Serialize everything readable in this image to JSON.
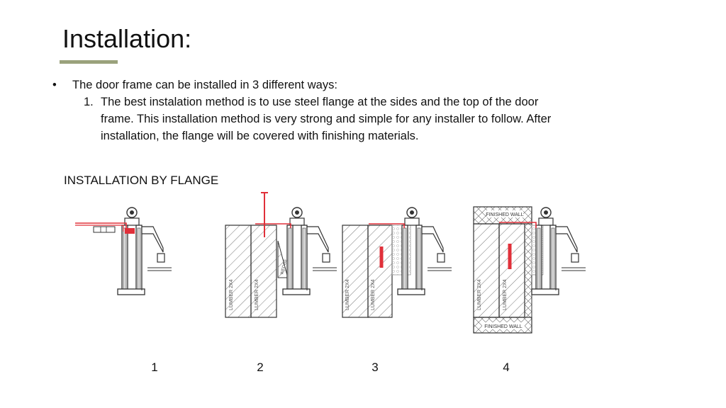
{
  "slide": {
    "title": "Installation:",
    "bullet_mark": "•",
    "bullet_text": "The door frame can be installed in 3 different ways:",
    "item_number": "1.",
    "item_text": "The best instalation method is to use steel flange at the sides and the top of the door frame. This installation method is very strong and simple for any installer to follow. After installation, the flange will be covered with finishing materials.",
    "section_heading": "INSTALLATION BY FLANGE"
  },
  "figures": [
    {
      "number": "1",
      "labels": []
    },
    {
      "number": "2",
      "labels": [
        "LUMBER 2X4",
        "LUMBER 2X4",
        "WEDGE"
      ]
    },
    {
      "number": "3",
      "labels": [
        "LUMBER 2X4",
        "LUMBER 2X4"
      ]
    },
    {
      "number": "4",
      "labels": [
        "FINISHED WALL",
        "LUMBER 2X4",
        "LUMBER 2X4",
        "FINISHED WALL"
      ]
    }
  ],
  "colors": {
    "accent_rule": "#9aa27c",
    "flange_red": "#e0303a",
    "line": "#333333"
  }
}
